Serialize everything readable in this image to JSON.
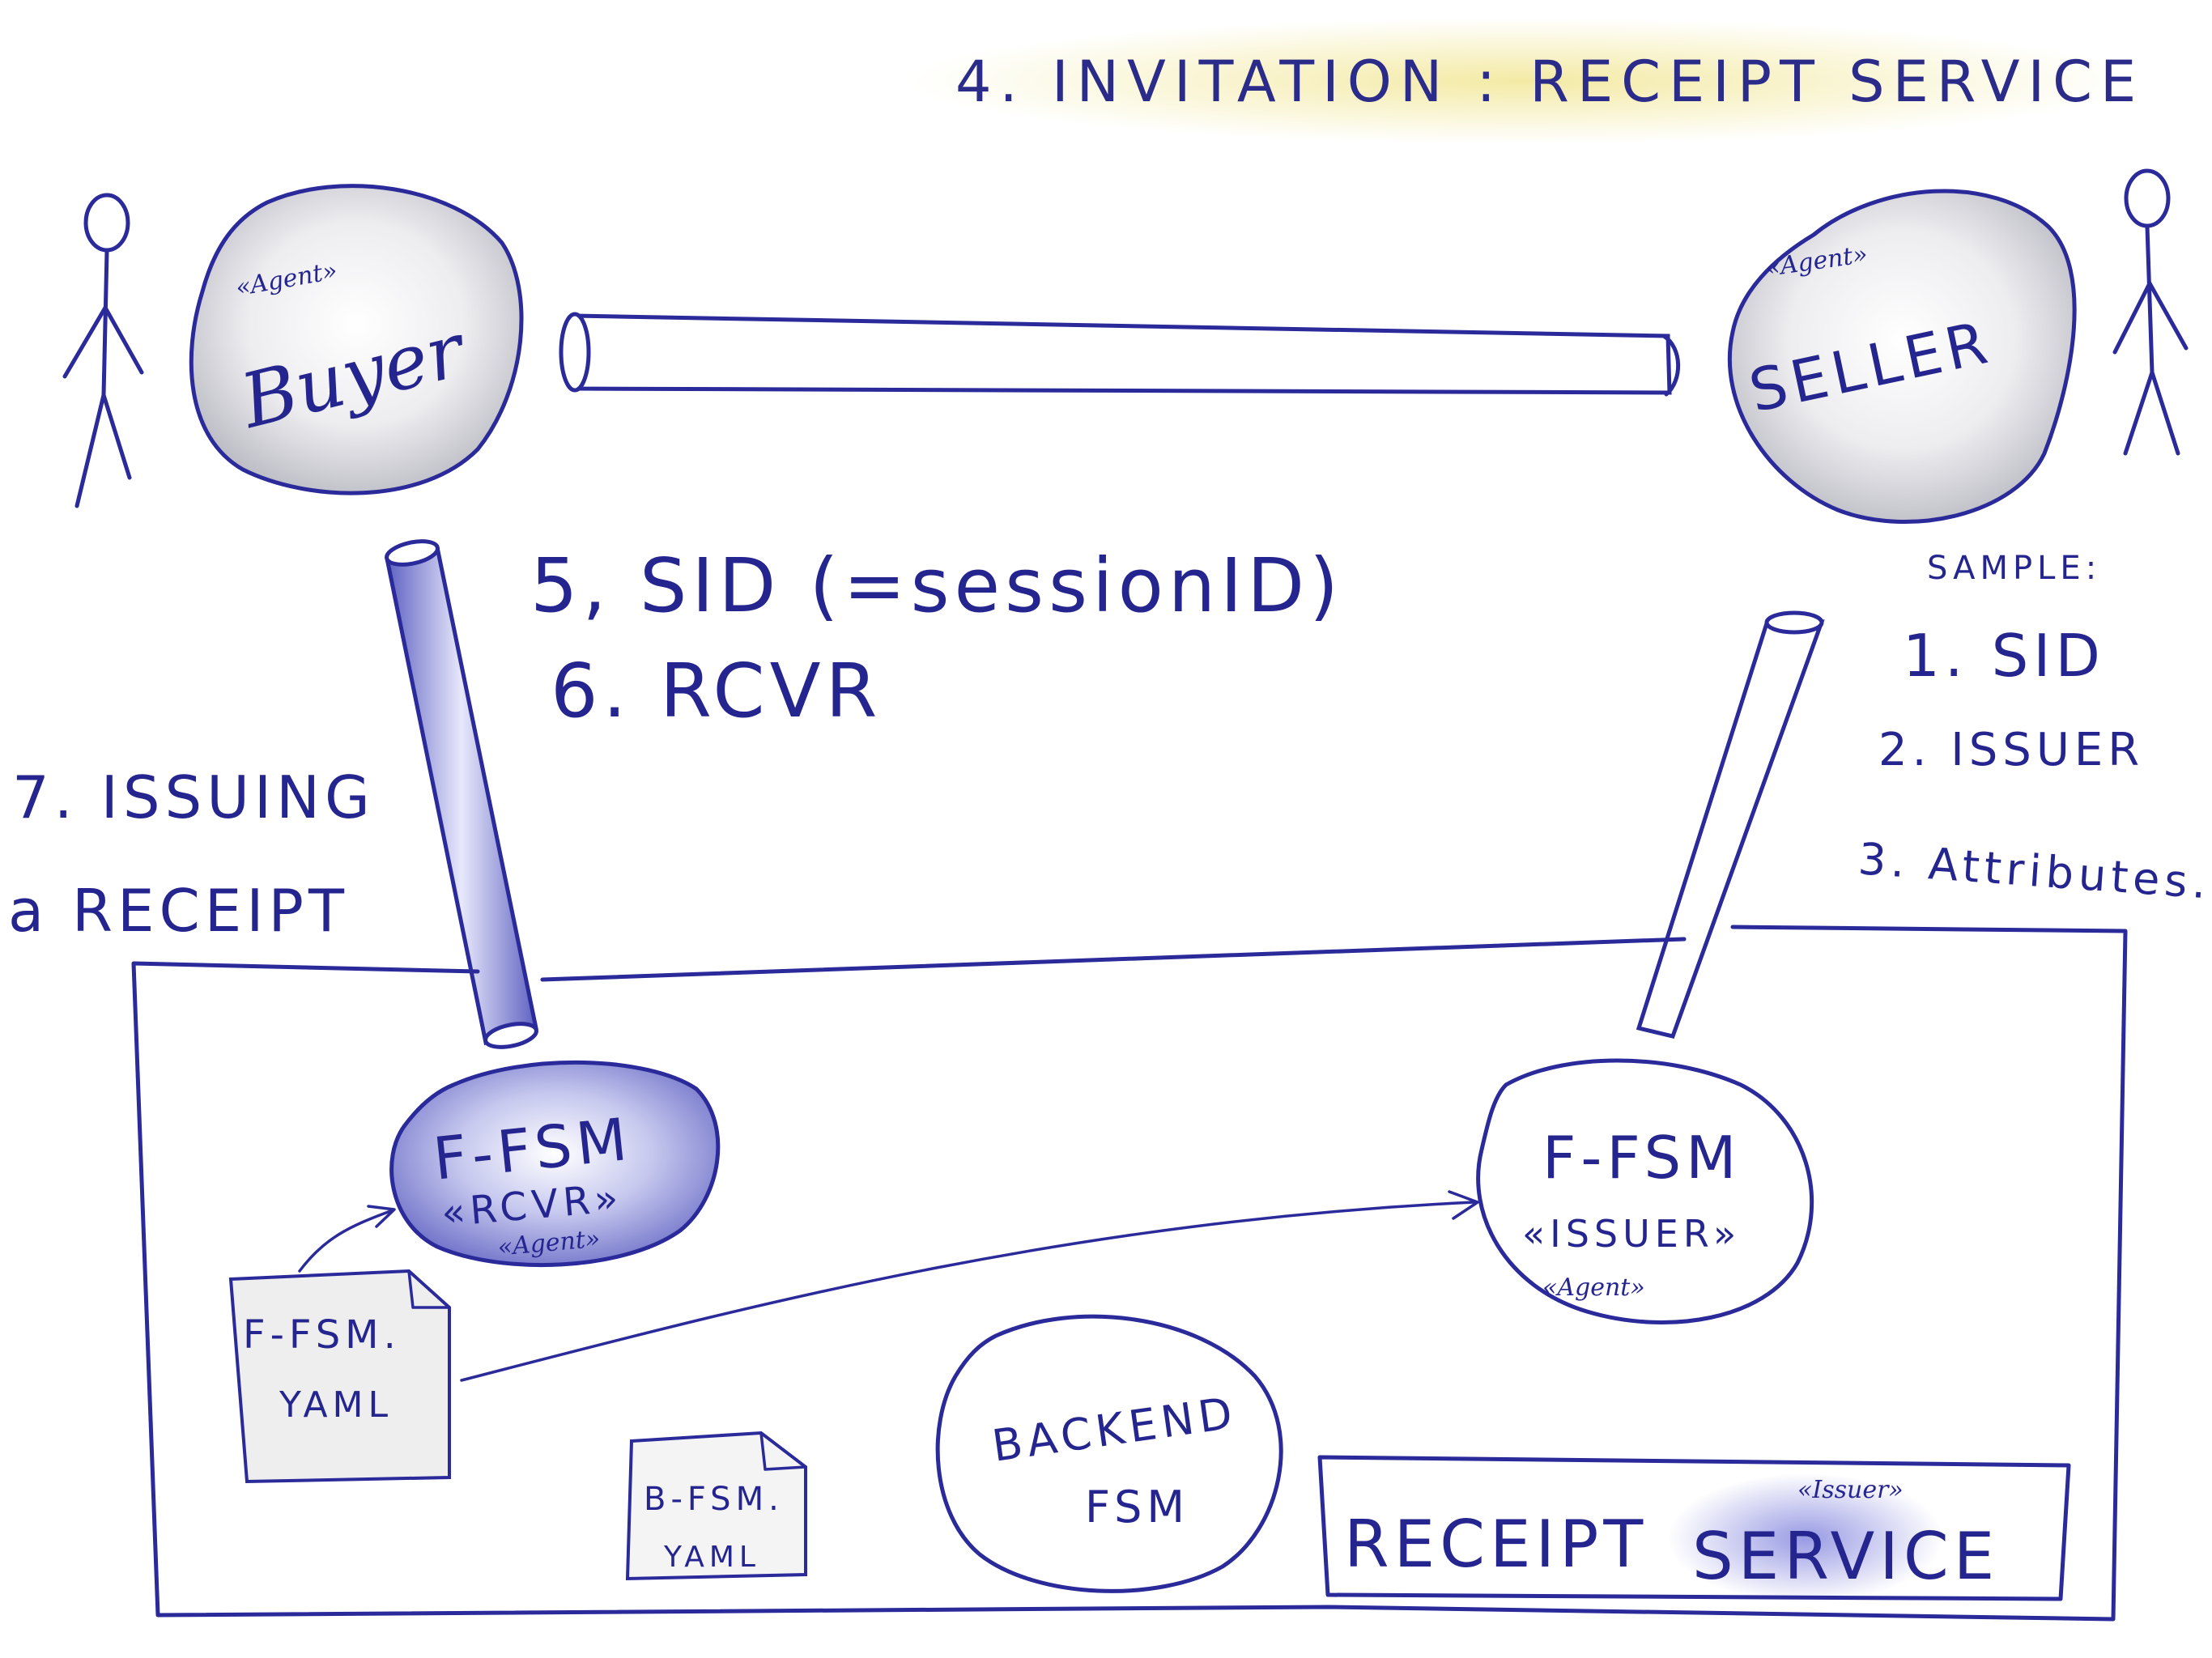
{
  "title": "4. INVITATION : RECEIPT SERVICE",
  "actors": {
    "buyer": {
      "name": "Buyer",
      "stereotype": "«Agent»"
    },
    "seller": {
      "name": "SELLER",
      "stereotype": "«Agent»"
    }
  },
  "notes": {
    "step5": "5, SID (=sessionID)",
    "step6": "6. RCVR",
    "step7_line1": "7. ISSUING",
    "step7_line2": "a RECEIPT"
  },
  "sample": {
    "heading": "SAMPLE:",
    "items": [
      "1. SID",
      "2. ISSUER",
      "3. Attributes..."
    ]
  },
  "service": {
    "rcvr_fsm": {
      "name": "F-FSM",
      "role": "«RCVR»",
      "stereotype": "«Agent»"
    },
    "issuer_fsm": {
      "name": "F-FSM",
      "role": "«ISSUER»",
      "stereotype": "«Agent»"
    },
    "backend": {
      "line1": "BACKEND",
      "line2": "FSM"
    },
    "file_f": {
      "line1": "F-FSM.",
      "line2": "YAML"
    },
    "file_b": {
      "line1": "B-FSM.",
      "line2": "YAML"
    },
    "label": {
      "word1": "RECEIPT",
      "word2": "SERVICE",
      "stereotype": "«Issuer»"
    }
  },
  "colors": {
    "ink": "#2a2a9a",
    "highlight": "#f3e9a0",
    "node_fill": "#e4e4e8",
    "active_fill": "#aeb0e0"
  }
}
